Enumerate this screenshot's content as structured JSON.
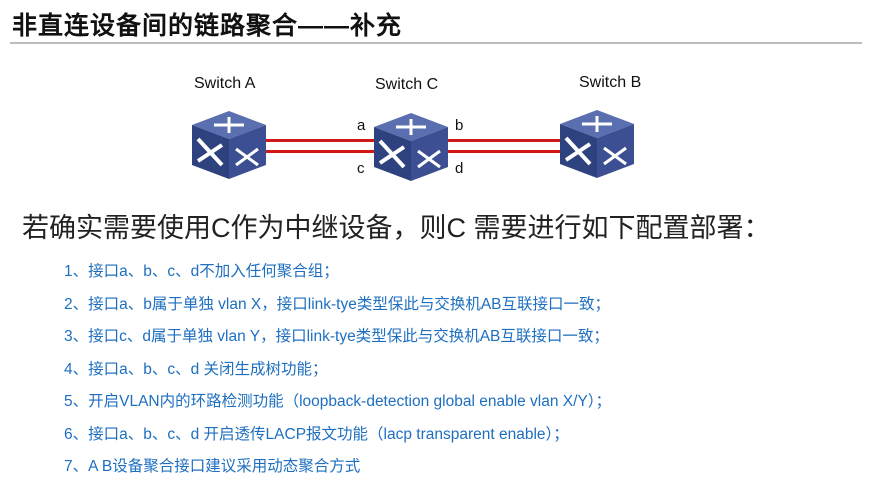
{
  "title": "非直连设备间的链路聚合——补充",
  "diagram": {
    "switch_a": "Switch A",
    "switch_c": "Switch C",
    "switch_b": "Switch B",
    "ports": {
      "a": "a",
      "b": "b",
      "c": "c",
      "d": "d"
    },
    "link_color": "#d01818",
    "switch_color": "#3a4f8f"
  },
  "heading": "若确实需要使用C作为中继设备，则C 需要进行如下配置部署：",
  "steps": [
    "1、接口a、b、c、d不加入任何聚合组；",
    "2、接口a、b属于单独 vlan X，接口link-tye类型保此与交换机AB互联接口一致；",
    "3、接口c、d属于单独 vlan Y，接口link-tye类型保此与交换机AB互联接口一致；",
    "4、接口a、b、c、d 关闭生成树功能；",
    "5、开启VLAN内的环路检测功能（loopback-detection global enable vlan X/Y）；",
    "6、接口a、b、c、d 开启透传LACP报文功能（lacp transparent enable）；",
    "7、A B设备聚合接口建议采用动态聚合方式"
  ]
}
